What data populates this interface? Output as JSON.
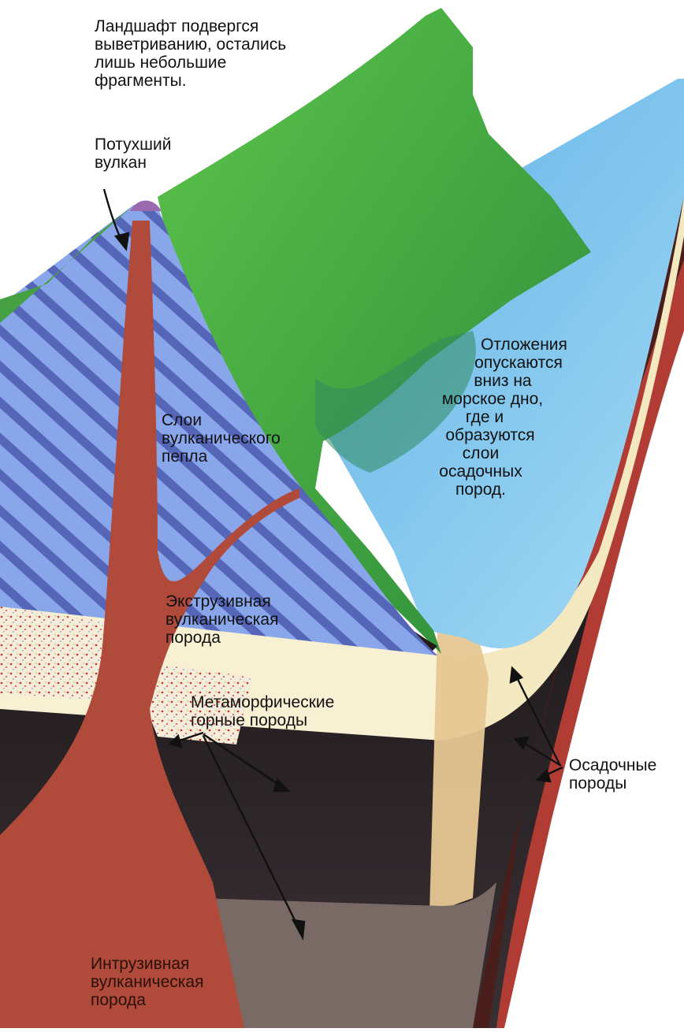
{
  "labels": {
    "weathered": [
      "Ландшафт подвергся",
      "выветриванию, остались",
      "лишь небольшие",
      "фрагменты."
    ],
    "extinct_volcano": [
      "Потухший",
      "вулкан"
    ],
    "ash_layers": [
      "Слои",
      "вулканического",
      "пепла"
    ],
    "sediments": [
      "Отложения",
      "опускаются",
      "вниз на",
      "морское дно,",
      "где и",
      "образуются",
      "слои",
      "осадочных",
      "пород."
    ],
    "extrusive": [
      "Экструзивная",
      "вулканическая",
      "порода"
    ],
    "metamorphic": [
      "Метаморфические",
      "горные породы"
    ],
    "sedimentary": [
      "Осадочные",
      "породы"
    ],
    "intrusive": [
      "Интрузивная",
      "вулканическая",
      "порода"
    ]
  },
  "colors": {
    "ash_blue_light": "#8aa6ea",
    "ash_blue_dark": "#5566b8",
    "green_land": "#3a9c3a",
    "sea_blue": "#7cc6ee",
    "magma_red": "#b44838",
    "dark_rock": "#2c2628",
    "cream_rock": "#f4ecd0",
    "sand_rock": "#e8c88c"
  }
}
